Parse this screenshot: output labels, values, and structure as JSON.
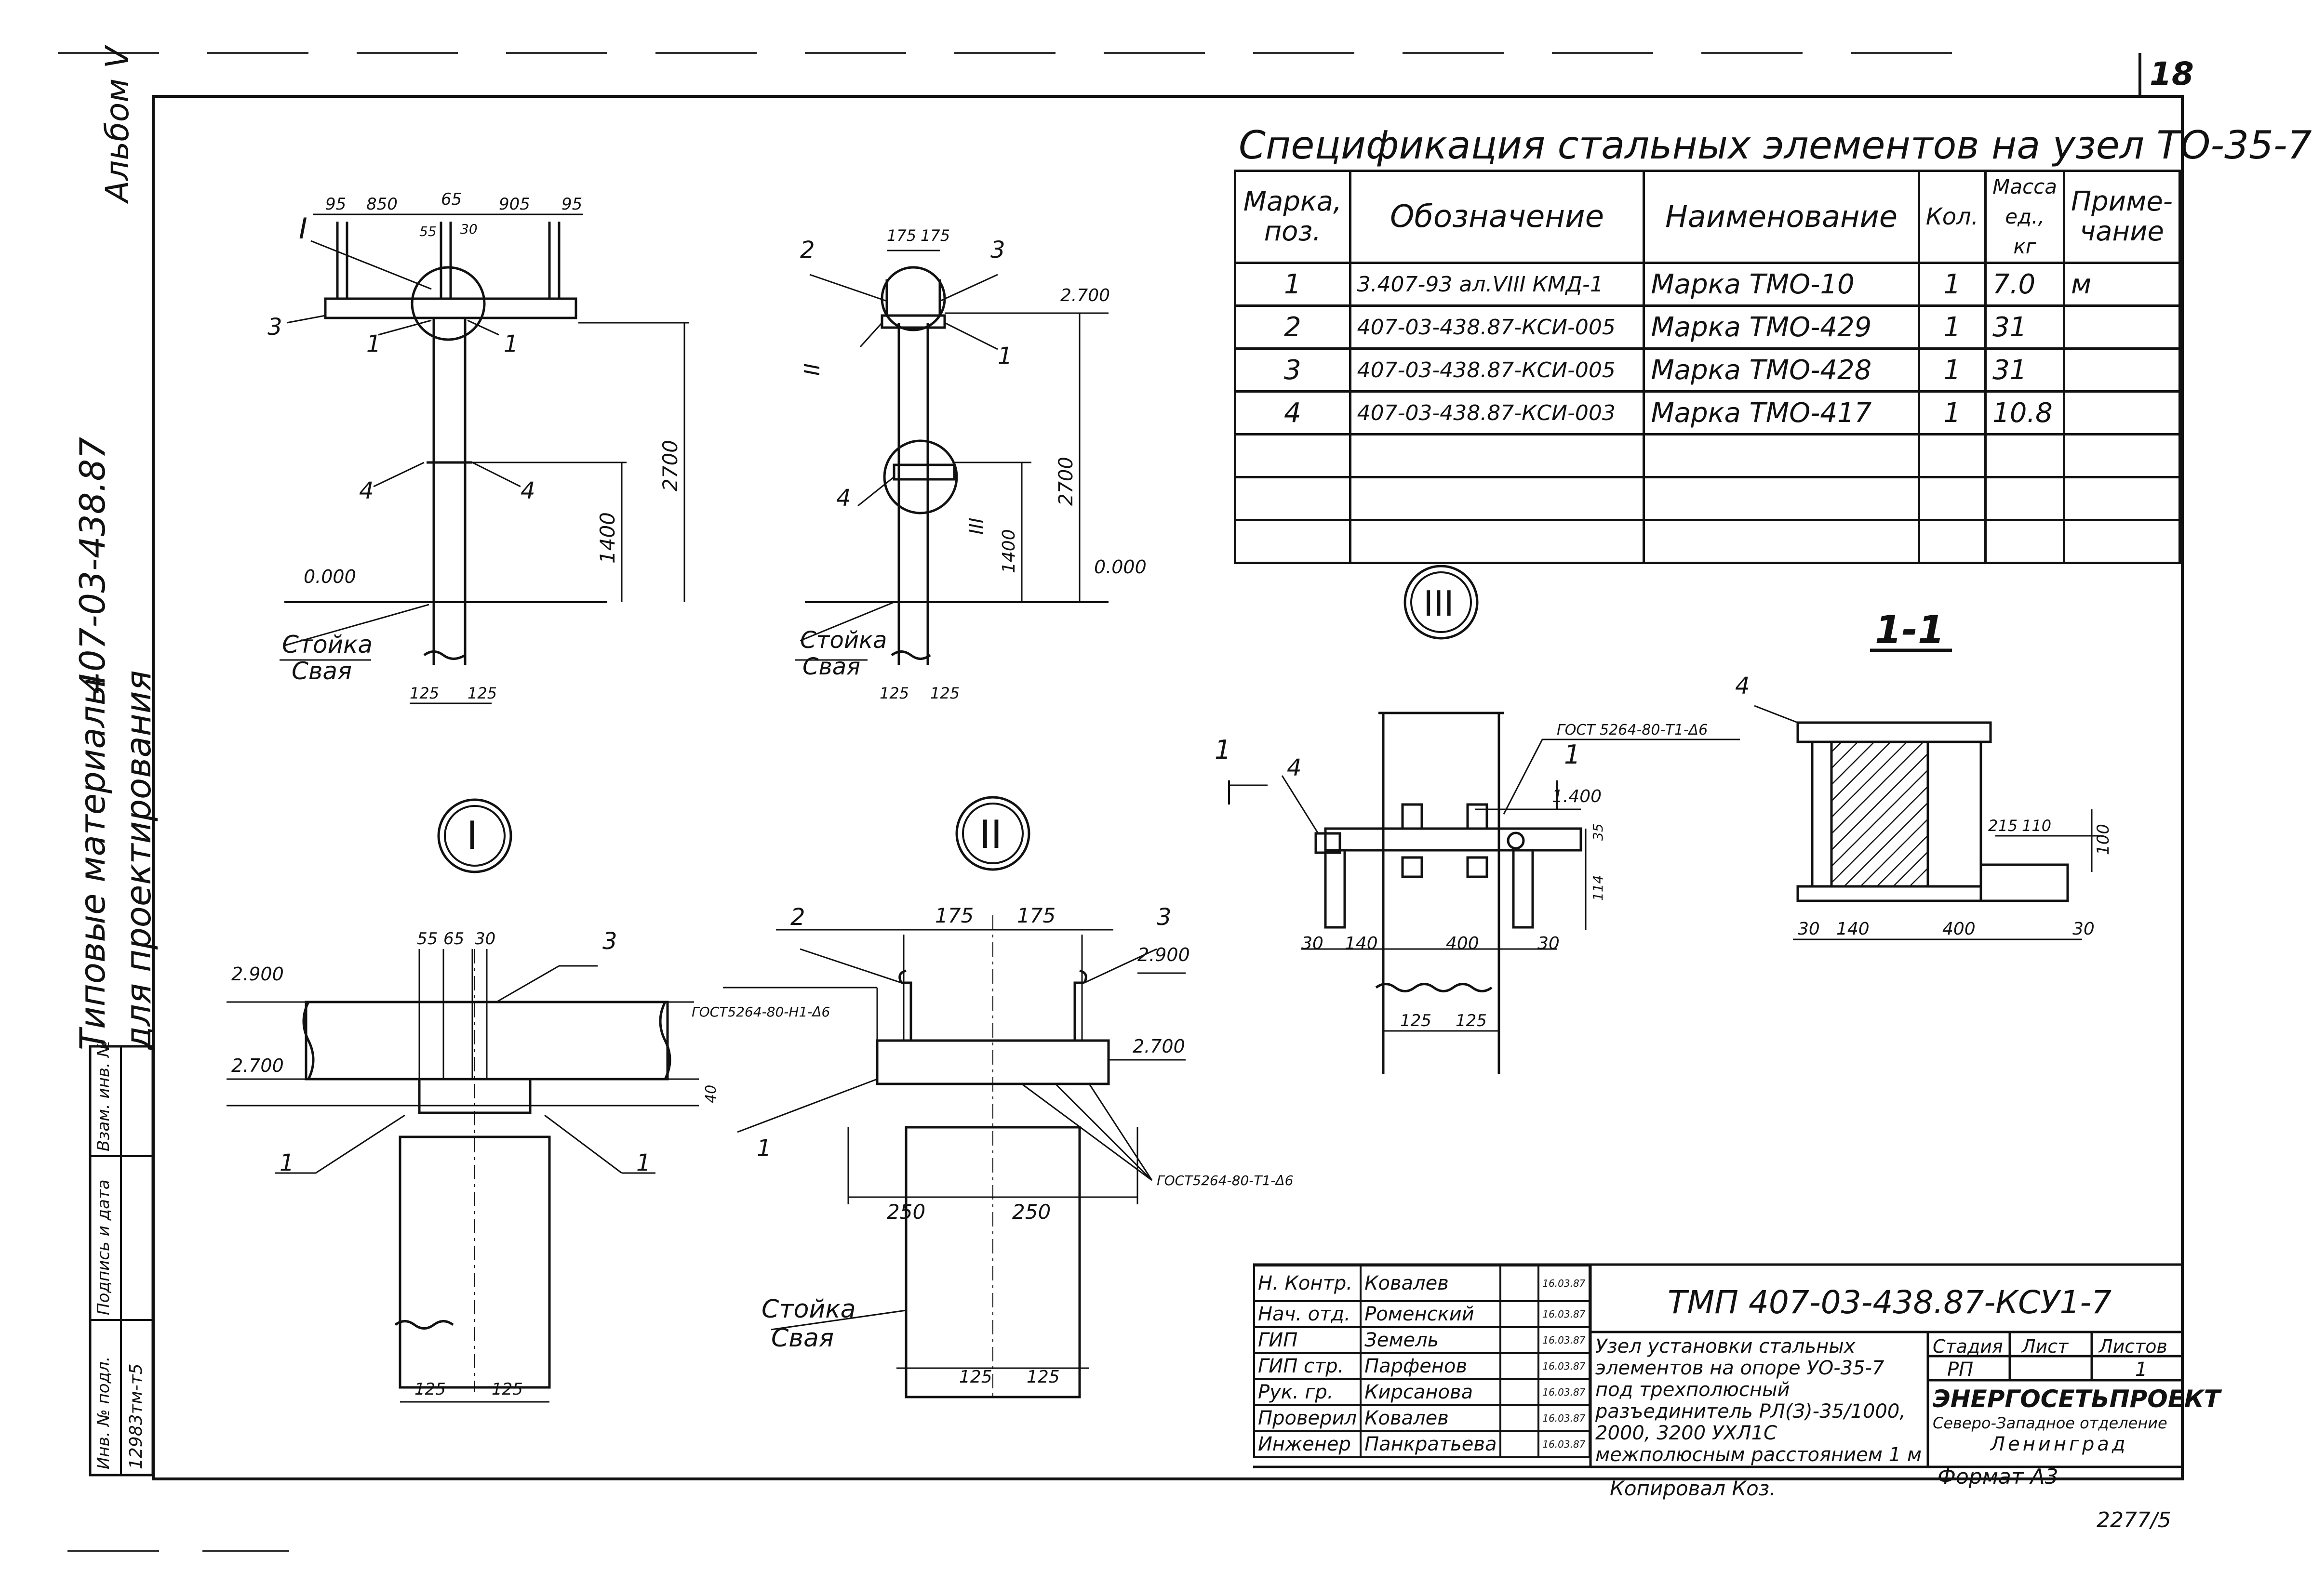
{
  "sheet": {
    "sheet_number": "18",
    "album_label": "Альбом V",
    "series_label_1": "Типовые материалы",
    "series_label_2": "для проектирования",
    "series_code": "407-03-438.87",
    "copy_note": "Копировал Коз.",
    "format_note": "Формат А3",
    "bottom_code": "2277/5"
  },
  "left_stamp": {
    "inv_no_label": "Инв. № подл.",
    "signature_date_label": "Подпись и дата",
    "replace_inv_label": "Взам. инв. №",
    "inv_no_value": "12983тм-т5"
  },
  "spec": {
    "title": "Спецификация стальных элементов на узел ТО-35-7",
    "headers": {
      "mark": "Марка, поз.",
      "designation": "Обозначение",
      "name": "Наименование",
      "qty": "Кол.",
      "mass": "Масса ед., кг",
      "note": "Приме-чание"
    },
    "rows": [
      {
        "mark": "1",
        "designation": "3.407-93 ал.VIII КМД-1",
        "name": "Марка ТМО-10",
        "qty": "1",
        "mass": "7.0",
        "note": "м"
      },
      {
        "mark": "2",
        "designation": "407-03-438.87-КСИ-005",
        "name": "Марка ТМО-429",
        "qty": "1",
        "mass": "31",
        "note": ""
      },
      {
        "mark": "3",
        "designation": "407-03-438.87-КСИ-005",
        "name": "Марка ТМО-428",
        "qty": "1",
        "mass": "31",
        "note": ""
      },
      {
        "mark": "4",
        "designation": "407-03-438.87-КСИ-003",
        "name": "Марка ТМО-417",
        "qty": "1",
        "mass": "10.8",
        "note": ""
      }
    ]
  },
  "view_a": {
    "dims_top": [
      "95",
      "850",
      "65",
      "905",
      "95"
    ],
    "dims_mid": [
      "55",
      "30"
    ],
    "callout": "I",
    "marks": [
      "3",
      "1",
      "1",
      "4",
      "4"
    ],
    "dim_2700": "2700",
    "dim_1400": "1400",
    "level_0": "0.000",
    "post_label_1": "Стойка",
    "post_label_2": "Свая",
    "dims_bottom": [
      "125",
      "125"
    ]
  },
  "view_b": {
    "dims_top": [
      "175",
      "175"
    ],
    "marks": [
      "2",
      "3",
      "1",
      "4"
    ],
    "callout_2": "II",
    "callout_3": "III",
    "level_2700": "2.700",
    "dim_2700": "2700",
    "dim_1400": "1400",
    "level_0": "0.000",
    "post_label_1": "Стойка",
    "post_label_2": "Свая",
    "dims_bottom": [
      "125",
      "125"
    ]
  },
  "detail_1": {
    "circle_label": "I",
    "dims_top": [
      "55",
      "65",
      "30"
    ],
    "mark_3": "3",
    "level_top": "2.900",
    "level_bot": "2.700",
    "dim_side": "40",
    "mark_1a": "1",
    "mark_1b": "1",
    "dims_bottom": [
      "125",
      "125"
    ]
  },
  "detail_2": {
    "circle_label": "II",
    "dims_top": [
      "175",
      "175"
    ],
    "mark_2": "2",
    "mark_3": "3",
    "level_top": "2.900",
    "level_bot": "2.700",
    "weld_1": "ГОСТ5264-80-Н1-Δ6",
    "weld_2": "ГОСТ5264-80-Т1-Δ6",
    "mark_1": "1",
    "dims_mid": [
      "250",
      "250"
    ],
    "post_label_1": "Стойка",
    "post_label_2": "Свая",
    "dims_bottom": [
      "125",
      "125"
    ]
  },
  "detail_3": {
    "circle_label": "III",
    "section_mark": "1",
    "mark_4": "4",
    "weld": "ГОСТ 5264-80-Т1-Δ6",
    "level": "1.400",
    "dim_35": "35",
    "dim_114": "114",
    "dims_bottom": [
      "30",
      "140",
      "400",
      "30"
    ],
    "dims_post": [
      "125",
      "125"
    ]
  },
  "section_1_1": {
    "title": "1-1",
    "mark_4": "4",
    "dims_side": [
      "215",
      "110"
    ],
    "dim_100": "100",
    "dims_bottom": [
      "30",
      "140",
      "400",
      "30"
    ]
  },
  "title_block": {
    "roles": [
      "Н. Контр.",
      "Нач. отд.",
      "ГИП",
      "ГИП стр.",
      "Рук. гр.",
      "Проверил",
      "Инженер"
    ],
    "names": [
      "Ковалев",
      "Роменский",
      "Земель",
      "Парфенов",
      "Кирсанова",
      "Ковалев",
      "Панкратьева"
    ],
    "dates": [
      "16.03.87",
      "16.03.87",
      "16.03.87",
      "16.03.87",
      "16.03.87",
      "16.03.87",
      "16.03.87"
    ],
    "code": "ТМП 407-03-438.87-КСУ1-7",
    "description": "Узел установки стальных элементов на опоре УО-35-7 под трехполюсный разъединитель РЛ(З)-35/1000, 2000, 3200 УХЛ1С межполюсным расстоянием 1 м",
    "stage_label": "Стадия",
    "sheet_label": "Лист",
    "sheets_label": "Листов",
    "stage_value": "РП",
    "sheets_value": "1",
    "org_1": "ЭНЕРГОСЕТЬПРОЕКТ",
    "org_2": "Северо-Западное отделение",
    "org_3": "Ленинград"
  }
}
